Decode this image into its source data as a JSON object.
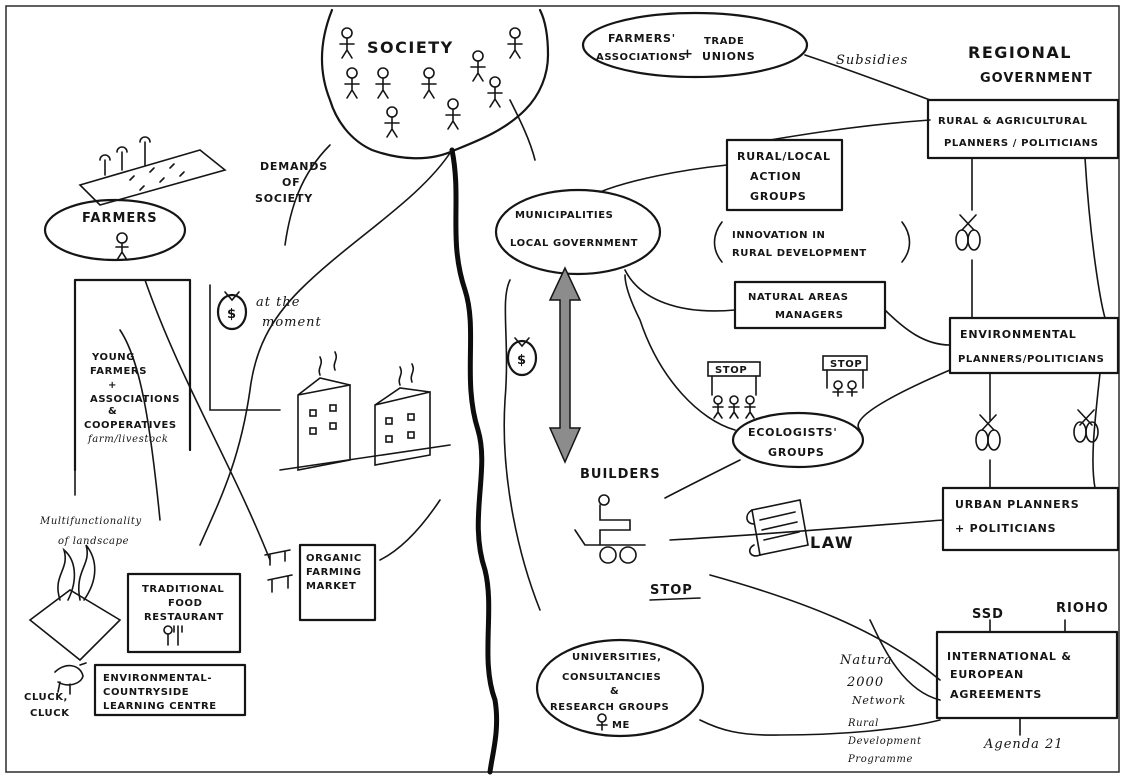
{
  "nodes": {
    "society": "SOCIETY",
    "demands": [
      "DEMANDS",
      "OF",
      "SOCIETY"
    ],
    "farmers": "FARMERS",
    "young_farmers": [
      "YOUNG",
      "FARMERS",
      "+",
      "ASSOCIATIONS",
      "&",
      "COOPERATIVES",
      "farm/livestock"
    ],
    "at_the_moment": [
      "at the",
      "moment"
    ],
    "multifunctionality": [
      "Multifunctionality",
      "of landscape"
    ],
    "organic_market": [
      "ORGANIC",
      "FARMING",
      "MARKET"
    ],
    "restaurant": [
      "TRADITIONAL",
      "FOOD",
      "RESTAURANT"
    ],
    "learning_centre": [
      "ENVIRONMENTAL-",
      "COUNTRYSIDE",
      "LEARNING CENTRE"
    ],
    "cluck": [
      "CLUCK,",
      "CLUCK"
    ],
    "farmers_assoc": [
      "FARMERS'",
      "ASSOCIATIONS",
      "+",
      "TRADE",
      "UNIONS"
    ],
    "subsidies": "Subsidies",
    "regional_gov": [
      "REGIONAL",
      "GOVERNMENT"
    ],
    "rural_planners": [
      "RURAL & AGRICULTURAL",
      "PLANNERS / POLITICIANS"
    ],
    "action_groups": [
      "RURAL/LOCAL",
      "ACTION",
      "GROUPS"
    ],
    "innovation": [
      "INNOVATION IN",
      "RURAL DEVELOPMENT"
    ],
    "municipalities": [
      "MUNICIPALITIES",
      "LOCAL GOVERNMENT"
    ],
    "natural_areas": [
      "NATURAL AREAS",
      "MANAGERS"
    ],
    "env_planners": [
      "ENVIRONMENTAL",
      "PLANNERS/POLITICIANS"
    ],
    "stop": "STOP",
    "ecologists": [
      "ECOLOGISTS'",
      "GROUPS"
    ],
    "builders": "BUILDERS",
    "urban_planners": [
      "URBAN PLANNERS",
      "+ POLITICIANS"
    ],
    "law": "LAW",
    "universities": [
      "UNIVERSITIES,",
      "CONSULTANCIES",
      "&",
      "RESEARCH GROUPS",
      "ME"
    ],
    "natura": [
      "Natura",
      "2000",
      "Network"
    ],
    "rural_dev": [
      "Rural",
      "Development",
      "Programme"
    ],
    "ssd": "SSD",
    "rioho": "RIOHO",
    "intl": [
      "INTERNATIONAL &",
      "EUROPEAN",
      "AGREEMENTS"
    ],
    "agenda": "Agenda 21",
    "money": "$"
  },
  "colors": {
    "ink": "#151515",
    "paper": "#ffffff",
    "money_arrow": "#8c8c8c"
  }
}
